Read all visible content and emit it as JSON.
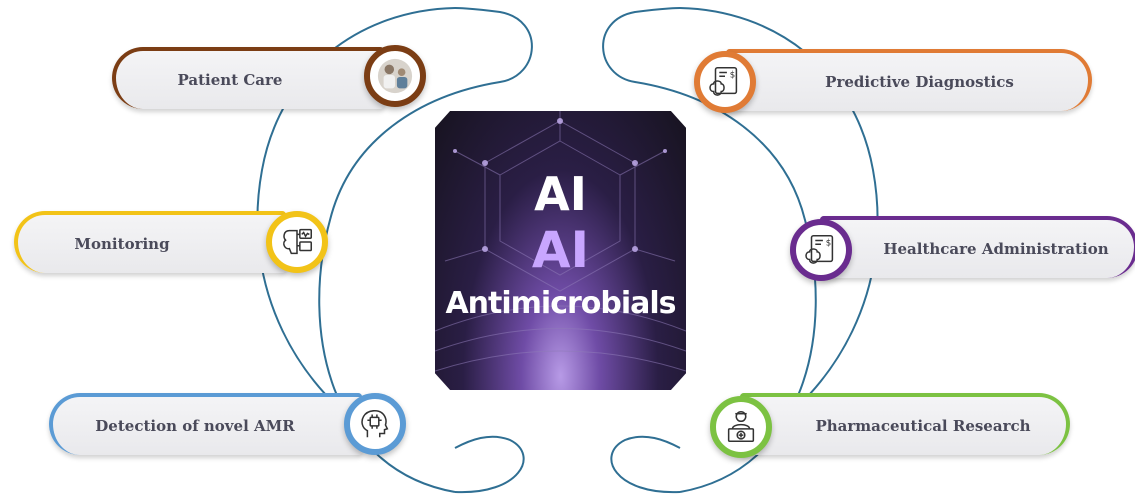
{
  "center": {
    "ai_top": "AI",
    "ai_mid": "AI",
    "title": "Antimicrobials"
  },
  "items": {
    "patient_care": {
      "label": "Patient Care",
      "color": "#7b3d14",
      "icon": "doctor-patient-photo-icon"
    },
    "monitoring": {
      "label": "Monitoring",
      "color": "#f2c318",
      "icon": "brain-monitor-icon"
    },
    "detection": {
      "label": "Detection of novel AMR",
      "color": "#5b9bd5",
      "icon": "ai-head-circuit-icon"
    },
    "predictive": {
      "label": "Predictive Diagnostics",
      "color": "#e07b35",
      "icon": "brain-report-icon"
    },
    "healthcare_admin": {
      "label": "Healthcare Administration",
      "color": "#6a2c8f",
      "icon": "brain-report-icon"
    },
    "pharma": {
      "label": "Pharmaceutical Research",
      "color": "#7cc242",
      "icon": "pharmacist-icon"
    }
  },
  "colors": {
    "ring": "#2f6f93",
    "label_text": "#4a4a5a"
  }
}
